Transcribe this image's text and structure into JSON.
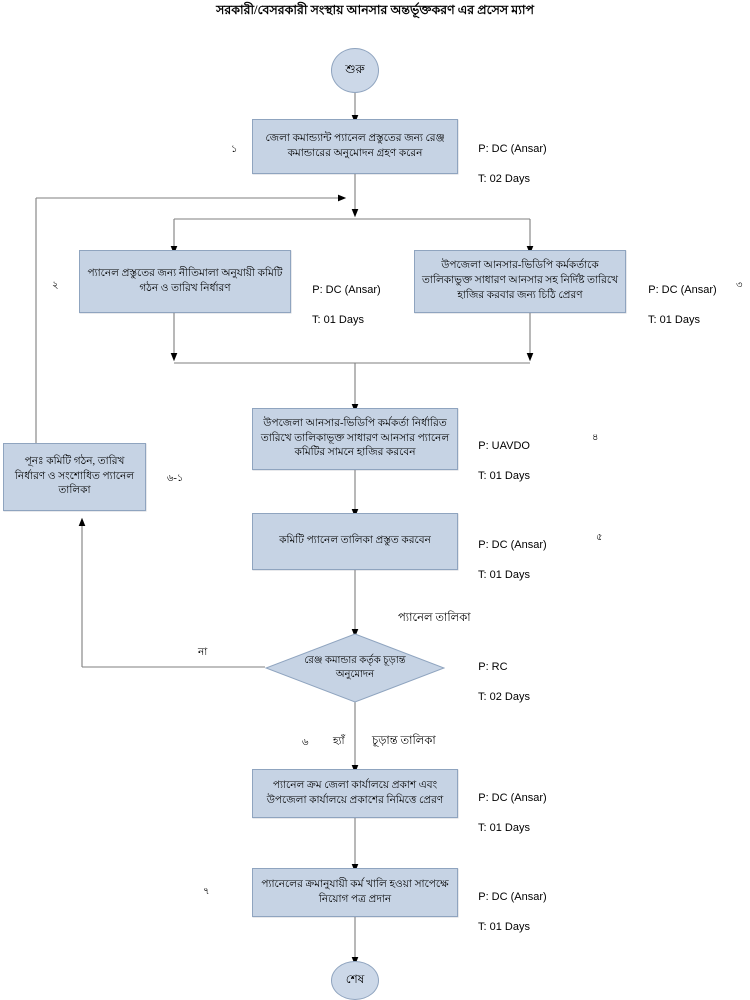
{
  "document": {
    "title": "সরকারী/বেসরকারী সংস্থায় আনসার অন্তর্ভূক্তকরণ এর প্রসেস ম্যাপ"
  },
  "terminators": {
    "start": "শুরু",
    "end": "শেষ"
  },
  "nodes": {
    "n1": {
      "text": "জেলা কমান্ড্যান্ট প্যানেল প্রস্তুতের জন্য রেঞ্জ কমান্ডারের অনুমোদন গ্রহণ করেন",
      "person": "P: DC (Ansar)",
      "time": "T: 02 Days",
      "step": "১"
    },
    "n2": {
      "text": "প্যানেল প্রস্তুতের জন্য নীতিমালা অনুযায়ী কমিটি গঠন ও তারিখ নির্ধারণ",
      "person": "P: DC (Ansar)",
      "time": "T: 01 Days",
      "step": "২"
    },
    "n3": {
      "text": "উপজেলা আনসার-ভিডিপি কর্মকর্তাকে তালিকাভুক্ত সাধারণ আনসার সহ নির্দিষ্ট তারিখে হাজির করবার জন্য চিঠি প্রেরণ",
      "person": "P: DC (Ansar)",
      "time": "T: 01 Days",
      "step": "৩"
    },
    "n4": {
      "text": "উপজেলা আনসার-ভিডিপি কর্মকর্তা নির্ধারিত তারিখে তালিকাভূক্ত সাধারণ আনসার প্যানেল কমিটির সামনে হাজির করবেন",
      "person": "P: UAVDO",
      "time": "T: 01 Days",
      "step": "৪"
    },
    "n5": {
      "text": "কমিটি প্যানেল তালিকা প্রস্তুত করবেন",
      "person": "P: DC (Ansar)",
      "time": "T: 01 Days",
      "step": "৫"
    },
    "n6": {
      "text": "রেঞ্জ কমান্ডার কর্তৃক চূড়ান্ত অনুমোদন",
      "person": "P: RC",
      "time": "T: 02 Days",
      "step": "৬"
    },
    "n6_1": {
      "text": "পূনঃ  কমিটি গঠন, তারিখ নির্ধারণ ও সংশোধিত প্যানেল তালিকা",
      "step": "৬-১"
    },
    "n7": {
      "text": "প্যানেল ক্রম জেলা কার্যালয়ে প্রকাশ এবং উপজেলা কার্যালয়ে প্রকাশের নিমিত্তে প্রেরণ",
      "person": "P: DC (Ansar)",
      "time": "T: 01 Days"
    },
    "n8": {
      "text": "প্যানেলের ক্রমানুযায়ী কর্ম খালি হওয়া সাপেক্ষে নিয়োগ পত্র প্রদান",
      "person": "P: DC (Ansar)",
      "time": "T: 01 Days",
      "step": "৭"
    }
  },
  "edge_labels": {
    "no": "না",
    "yes": "হ্যাঁ",
    "panel_list": "প্যানেল তালিকা",
    "final_list": "চূড়ান্ত তালিকা"
  },
  "colors": {
    "node_fill": "#c6d3e4",
    "node_border": "#8fa4bf",
    "terminator_fill": "#ccd8e8",
    "connector": "#7f7f7f",
    "arrowhead": "#000000",
    "text": "#000000",
    "background": "#ffffff"
  }
}
